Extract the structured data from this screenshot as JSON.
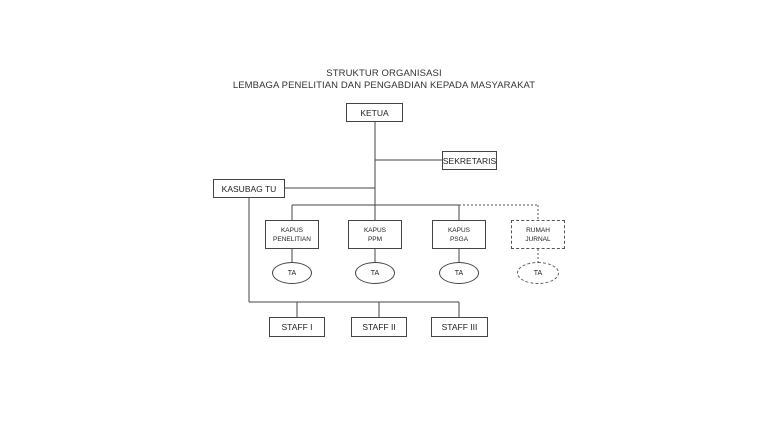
{
  "title": {
    "line1": "STRUKTUR ORGANISASI",
    "line2": "LEMBAGA PENELITIAN DAN PENGABDIAN KEPADA MASYARAKAT"
  },
  "nodes": {
    "ketua": "KETUA",
    "sekretaris": "SEKRETARIS",
    "kasubag_tu": "KASUBAG TU",
    "kapus_penelitian": {
      "line1": "KAPUS",
      "line2": "PENELITIAN"
    },
    "kapus_ppm": {
      "line1": "KAPUS",
      "line2": "PPM"
    },
    "kapus_psga": {
      "line1": "KAPUS",
      "line2": "PSGA"
    },
    "rumah_jurnal": {
      "line1": "RUMAH",
      "line2": "JURNAL"
    },
    "ta": [
      "TA",
      "TA",
      "TA",
      "TA"
    ],
    "staff": [
      "STAFF I",
      "STAFF II",
      "STAFF III"
    ]
  }
}
